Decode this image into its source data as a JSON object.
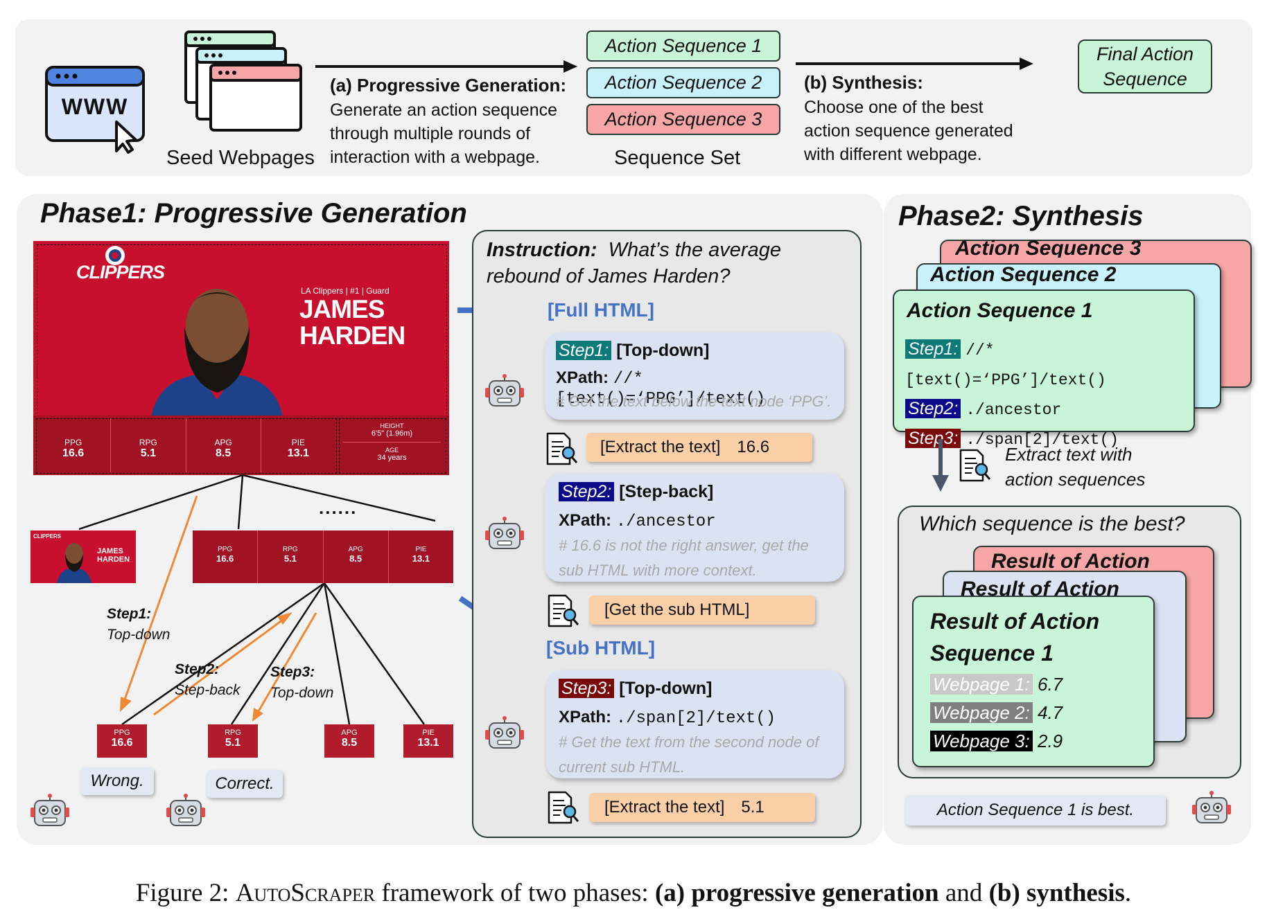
{
  "top": {
    "seed_label": "Seed Webpages",
    "www_label": "WWW",
    "phase_a_title": "(a) Progressive Generation:",
    "phase_a_desc": [
      "Generate an action sequence",
      "through multiple rounds of",
      "interaction with a webpage."
    ],
    "sequences": [
      "Action Sequence 1",
      "Action Sequence 2",
      "Action Sequence 3"
    ],
    "sequence_set_label": "Sequence Set",
    "phase_b_title": "(b) Synthesis:",
    "phase_b_desc": [
      "Choose one of the best",
      "action sequence generated",
      "with different webpage."
    ],
    "final_label": [
      "Final Action",
      "Sequence"
    ]
  },
  "phase1": {
    "title": "Phase1: Progressive Generation",
    "webpage": {
      "team": "CLIPPERS",
      "subtitle": "LA Clippers | #1 | Guard",
      "name_line1": "JAMES",
      "name_line2": "HARDEN",
      "stats": [
        {
          "label": "PPG",
          "value": "16.6"
        },
        {
          "label": "RPG",
          "value": "5.1"
        },
        {
          "label": "APG",
          "value": "8.5"
        },
        {
          "label": "PIE",
          "value": "13.1"
        }
      ],
      "height_label": "HEIGHT",
      "height_value": "6'5\" (1.96m)",
      "age_label": "AGE",
      "age_value": "34 years"
    },
    "ellipsis": "......",
    "tree_labels": {
      "step1_a": "Step1:",
      "step1_b": "Top-down",
      "step2_a": "Step2:",
      "step2_b": "Step-back",
      "step3_a": "Step3:",
      "step3_b": "Top-down"
    },
    "wrong": "Wrong.",
    "correct": "Correct.",
    "instruction_label": "Instruction:",
    "instruction_text_1": "What’s the average",
    "instruction_text_2": "rebound of James Harden?",
    "full_html": "[Full HTML]",
    "sub_html": "[Sub HTML]",
    "steps": [
      {
        "tag": "Step1:",
        "mode": "[Top-down]",
        "xpath_label": "XPath:",
        "xpath": "//*[text()=‘PPG’]/text()",
        "comment": [
          "# Get the text below the text node ‘PPG’."
        ],
        "action": "[Extract the text]",
        "result": "16.6"
      },
      {
        "tag": "Step2:",
        "mode": "[Step-back]",
        "xpath_label": "XPath:",
        "xpath": "./ancestor",
        "comment": [
          "# 16.6 is not the right answer, get the",
          "sub HTML with more context."
        ],
        "action": "[Get the sub HTML]",
        "result": ""
      },
      {
        "tag": "Step3:",
        "mode": "[Top-down]",
        "xpath_label": "XPath:",
        "xpath": "./span[2]/text()",
        "comment": [
          "# Get the text from the second node of",
          "current sub HTML."
        ],
        "action": "[Extract the text]",
        "result": "5.1"
      }
    ]
  },
  "phase2": {
    "title": "Phase2: Synthesis",
    "cards": [
      "Action Sequence 3",
      "Action Sequence 2",
      "Action Sequence 1"
    ],
    "card_steps": [
      {
        "tag": "Step1:",
        "xpath": "//*[text()=‘PPG’]/text()"
      },
      {
        "tag": "Step2:",
        "xpath": "./ancestor"
      },
      {
        "tag": "Step3:",
        "xpath": "./span[2]/text()"
      }
    ],
    "extract_text": [
      "Extract text with",
      "action sequences"
    ],
    "question": "Which sequence is the best?",
    "result_back": "Result of Action",
    "result_front": [
      "Result of Action",
      "Sequence 1"
    ],
    "webpages": [
      {
        "label": "Webpage 1:",
        "score": "6.7",
        "color": "#c8c8c8"
      },
      {
        "label": "Webpage 2:",
        "score": "4.7",
        "color": "#7f7f7f"
      },
      {
        "label": "Webpage 3:",
        "score": "2.9",
        "color": "#000000"
      }
    ],
    "best": "Action Sequence 1 is best."
  },
  "colors": {
    "seq1": "#c8f5d8",
    "seq2": "#c8f1fa",
    "seq3": "#f6a6a6",
    "step1": "#0d7a7a",
    "step2": "#0b0b8a",
    "step3": "#7a0a0a",
    "clippers_red": "#c8102e",
    "arrow_orange": "#ee8a33",
    "arrow_blue": "#4472c4"
  },
  "caption": {
    "prefix": "Figure 2: ",
    "name": "AutoScraper",
    "mid": " framework of two phases: ",
    "a": "(a) progressive generation",
    "and": " and ",
    "b": "(b) synthesis",
    "end": "."
  }
}
